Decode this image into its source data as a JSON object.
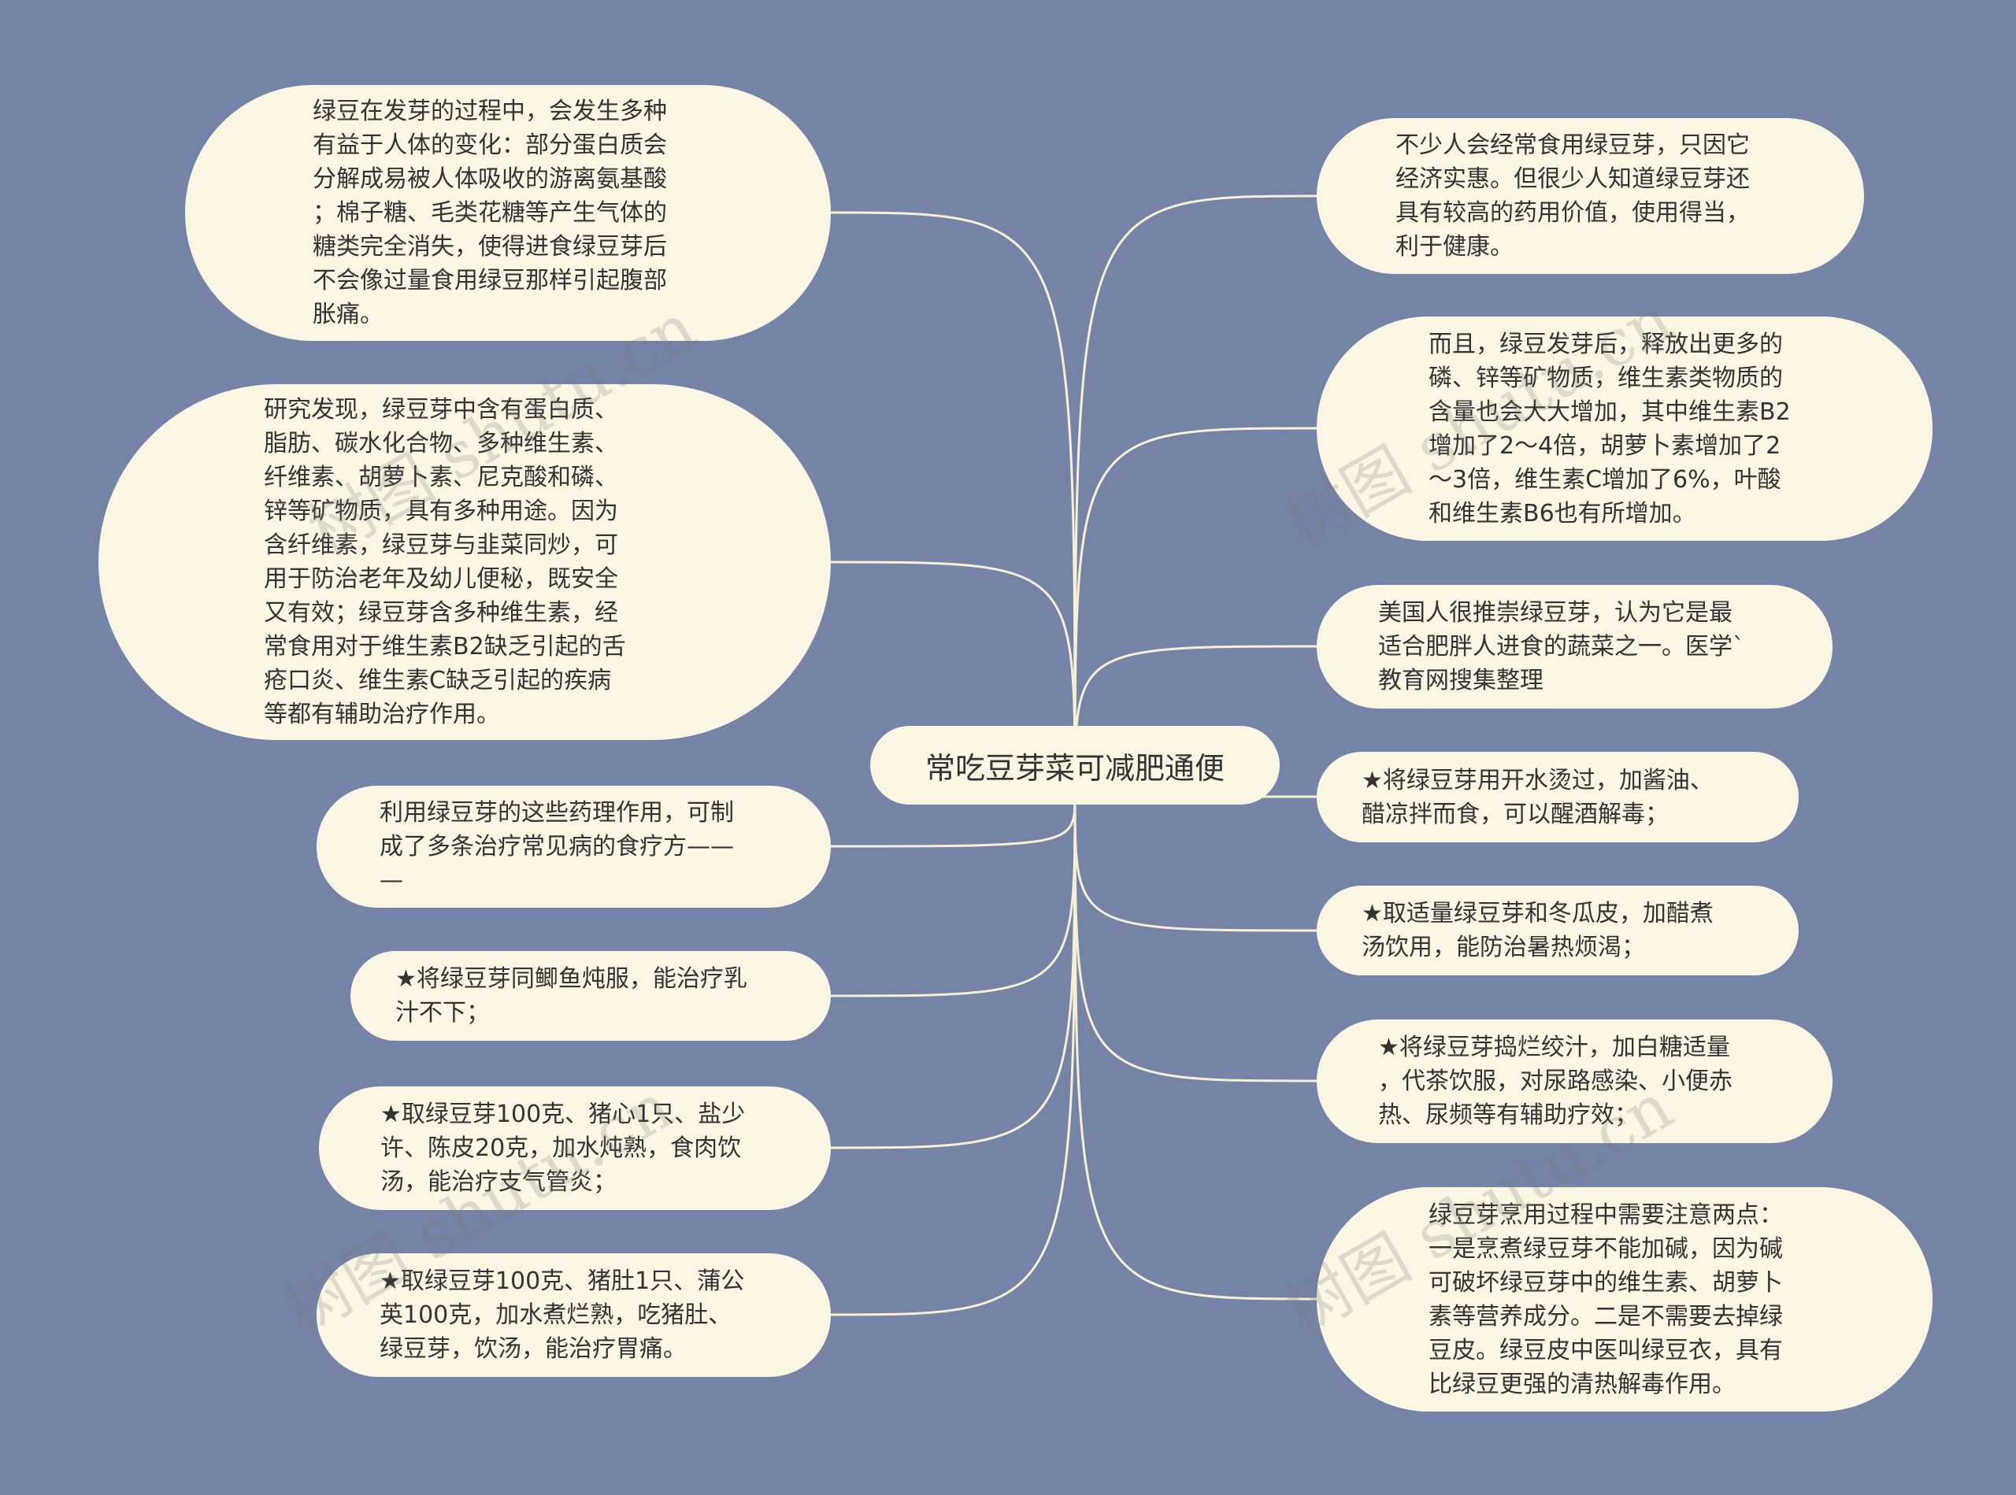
{
  "center": {
    "title": "常吃豆芽菜可减肥通便"
  },
  "left_nodes": [
    {
      "text": "绿豆在发芽的过程中，会发生多种\n有益于人体的变化：部分蛋白质会\n分解成易被人体吸收的游离氨基酸\n；棉子糖、毛类花糖等产生气体的\n糖类完全消失，使得进食绿豆芽后\n不会像过量食用绿豆那样引起腹部\n胀痛。"
    },
    {
      "text": "研究发现，绿豆芽中含有蛋白质、\n脂肪、碳水化合物、多种维生素、\n纤维素、胡萝卜素、尼克酸和磷、\n锌等矿物质，具有多种用途。因为\n含纤维素，绿豆芽与韭菜同炒，可\n用于防治老年及幼儿便秘，既安全\n又有效；绿豆芽含多种维生素，经\n常食用对于维生素B2缺乏引起的舌\n疮口炎、维生素C缺乏引起的疾病\n等都有辅助治疗作用。"
    },
    {
      "text": "利用绿豆芽的这些药理作用，可制\n成了多条治疗常见病的食疗方——\n—"
    },
    {
      "text": "★将绿豆芽同鲫鱼炖服，能治疗乳\n汁不下；"
    },
    {
      "text": "★取绿豆芽100克、猪心1只、盐少\n许、陈皮20克，加水炖熟，食肉饮\n汤，能治疗支气管炎；"
    },
    {
      "text": "★取绿豆芽100克、猪肚1只、蒲公\n英100克，加水煮烂熟，吃猪肚、\n绿豆芽，饮汤，能治疗胃痛。"
    }
  ],
  "right_nodes": [
    {
      "text": "不少人会经常食用绿豆芽，只因它\n经济实惠。但很少人知道绿豆芽还\n具有较高的药用价值，使用得当，\n利于健康。"
    },
    {
      "text": "而且，绿豆发芽后，释放出更多的\n磷、锌等矿物质，维生素类物质的\n含量也会大大增加，其中维生素B2\n增加了2～4倍，胡萝卜素增加了2\n～3倍，维生素C增加了6%，叶酸\n和维生素B6也有所增加。"
    },
    {
      "text": "美国人很推崇绿豆芽，认为它是最\n适合肥胖人进食的蔬菜之一。医学`\n教育网搜集整理"
    },
    {
      "text": "★将绿豆芽用开水烫过，加酱油、\n醋凉拌而食，可以醒酒解毒；"
    },
    {
      "text": "★取适量绿豆芽和冬瓜皮，加醋煮\n汤饮用，能防治暑热烦渴；"
    },
    {
      "text": "★将绿豆芽捣烂绞汁，加白糖适量\n，代茶饮服，对尿路感染、小便赤\n热、尿频等有辅助疗效；"
    },
    {
      "text": "绿豆芽烹用过程中需要注意两点：\n一是烹煮绿豆芽不能加碱，因为碱\n可破坏绿豆芽中的维生素、胡萝卜\n素等营养成分。二是不需要去掉绿\n豆皮。绿豆皮中医叫绿豆衣，具有\n比绿豆更强的清热解毒作用。"
    }
  ],
  "watermark": "树图 shutu.cn",
  "colors": {
    "background": "#7584a6",
    "node": "#faf6e3",
    "line": "#f5f0d6",
    "text": "#333333"
  }
}
